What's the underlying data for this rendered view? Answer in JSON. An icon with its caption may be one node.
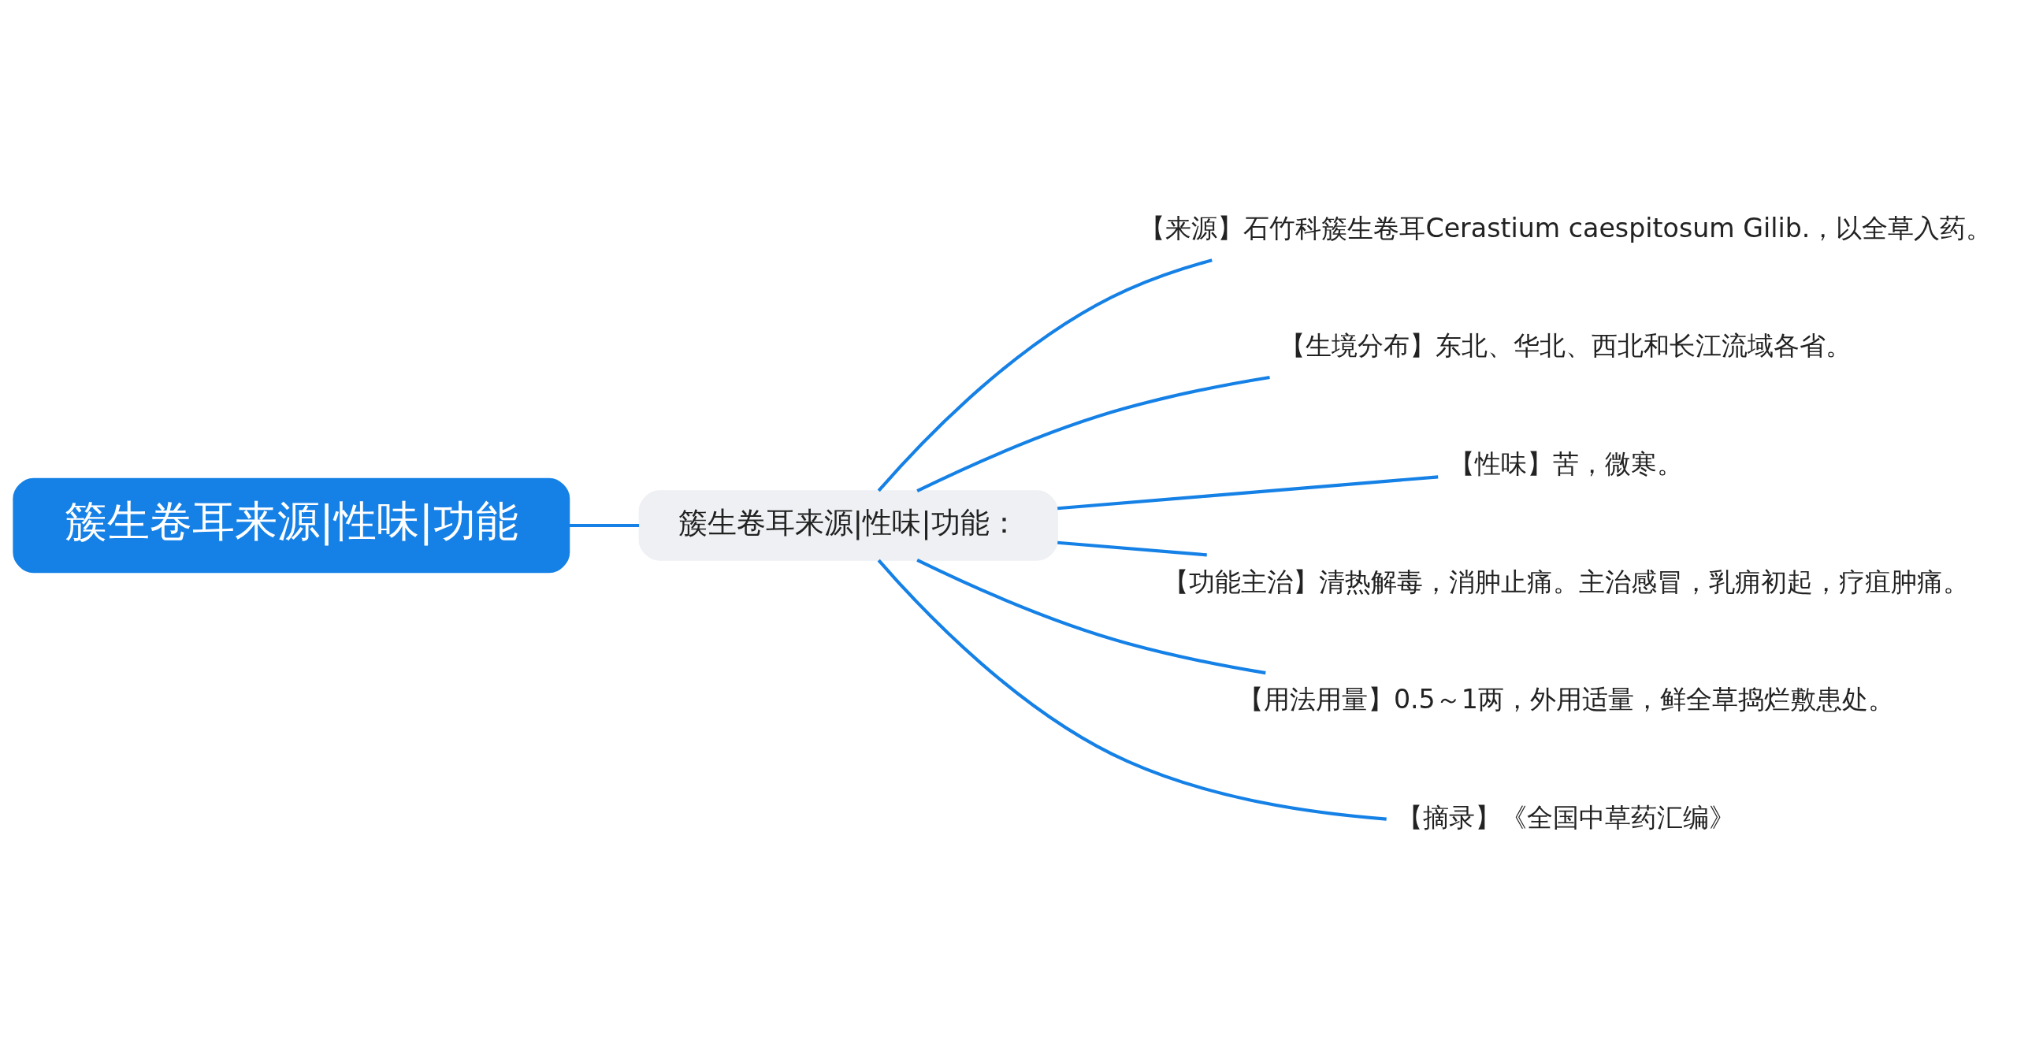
{
  "diagram": {
    "nodes": [
      {
        "text": [
          "簇生卷耳来源|性味|功能"
        ]
      },
      {
        "text": [
          "簇生卷耳来源|性味|功能："
        ]
      },
      {
        "text": [
          "【来源】石竹科簇生卷耳Cerastium caespitosum Gilib.，以全草入药。"
        ]
      },
      {
        "text": [
          "【生境分布】东北、华北、西北和长江流域各省。"
        ]
      },
      {
        "text": [
          "【性味】苦，微寒。"
        ]
      },
      {
        "text": [
          "【功能主治】清热解毒，消肿止痛。主治感冒，乳痈初起，疗疽肿痛。"
        ]
      },
      {
        "text": [
          "【用法用量】0.5～1两，外用适量，鲜全草捣烂敷患处。"
        ]
      },
      {
        "text": [
          "【摘录】《全国中草药汇编》"
        ]
      }
    ],
    "edges": [
      {
        "from": 0,
        "to": 1,
        "arrow": "none"
      },
      {
        "from": 1,
        "to": 2,
        "arrow": "none"
      },
      {
        "from": 1,
        "to": 3,
        "arrow": "none"
      },
      {
        "from": 1,
        "to": 4,
        "arrow": "none"
      },
      {
        "from": 1,
        "to": 5,
        "arrow": "none"
      },
      {
        "from": 1,
        "to": 6,
        "arrow": "none"
      },
      {
        "from": 1,
        "to": 7,
        "arrow": "none"
      }
    ]
  }
}
